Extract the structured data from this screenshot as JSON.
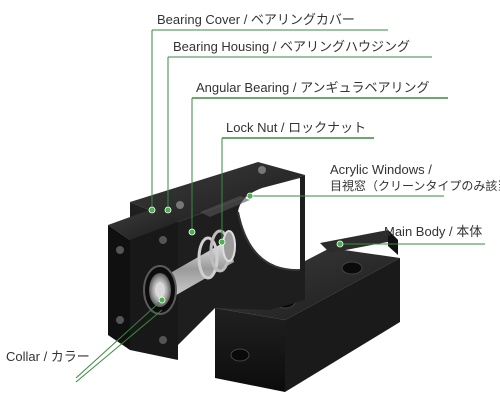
{
  "callouts": {
    "bearing_cover": "Bearing Cover / ベアリングカバー",
    "bearing_housing": "Bearing Housing / ベアリングハウジング",
    "angular_bearing": "Angular Bearing / アンギュラベアリング",
    "lock_nut": "Lock Nut / ロックナット",
    "acrylic_windows_line1": "Acrylic Windows /",
    "acrylic_windows_line2": "目視窓（クリーンタイプのみ該当）",
    "main_body": "Main Body / 本体",
    "collar": "Collar / カラー"
  },
  "colors": {
    "leader_line": "#3a8a3e",
    "leader_dot": "#4caf50",
    "body_dark": "#151515",
    "body_mid": "#262626",
    "body_light": "#3a3a3a",
    "metal": "#b8b8b8"
  }
}
